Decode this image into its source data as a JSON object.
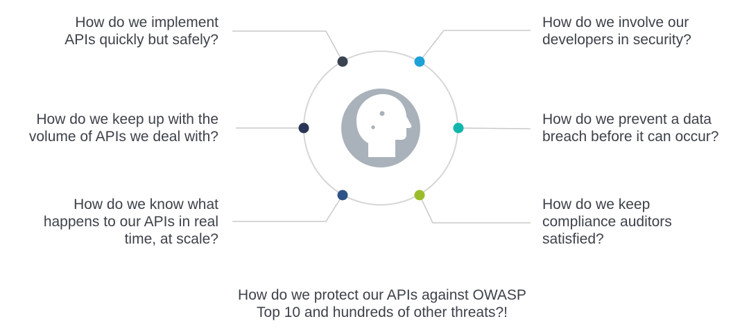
{
  "questions": {
    "top_left": "How do we implement\nAPIs quickly but safely?",
    "mid_left": "How do we keep up with the\nvolume of APIs we deal with?",
    "bottom_left": "How do we know what\nhappens to our APIs in real\ntime, at scale?",
    "top_right": "How do we involve our\ndevelopers in security?",
    "mid_right": "How do we prevent a data\nbreach before it can occur?",
    "bottom_right": "How do we keep\ncompliance auditors\nsatisfied?",
    "bottom_center": "How do we protect our APIs against OWASP\nTop 10 and hundreds of other threats?!"
  },
  "center_icon": "head-with-gears-icon",
  "colors": {
    "text": "#3d4149",
    "ring": "#d6d6d6",
    "connector": "#c8c8c8",
    "center_circle": "#a9b2ba",
    "icon_fill": "#ffffff",
    "dot_top_left": "#3a4350",
    "dot_mid_left": "#2b3556",
    "dot_bottom_left": "#2f5287",
    "dot_top_right": "#1ea1d6",
    "dot_mid_right": "#12b5ac",
    "dot_bottom_right": "#99bd2a"
  }
}
